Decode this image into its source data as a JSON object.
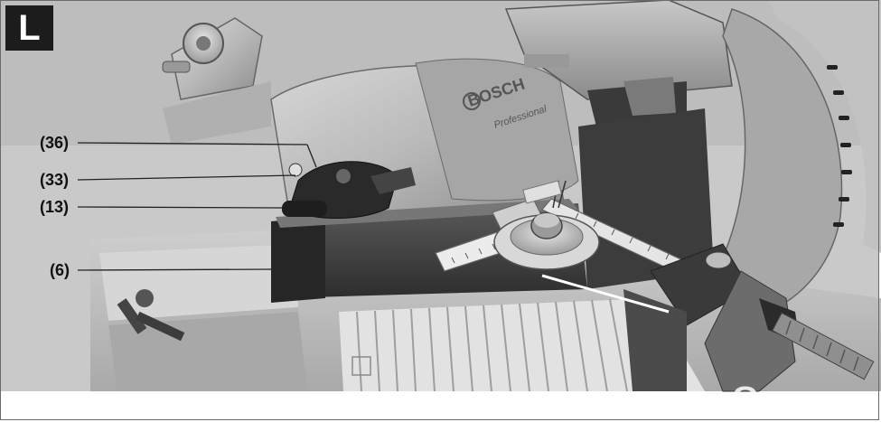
{
  "figure": {
    "badge_letter": "L"
  },
  "callouts": [
    {
      "label": "(36)"
    },
    {
      "label": "(33)"
    },
    {
      "label": "(13)"
    },
    {
      "label": "(6)"
    }
  ],
  "illustration": {
    "brand_text": "BOSCH",
    "brand_subtext": "Professional"
  },
  "colors": {
    "badge_bg": "#1c1c1c",
    "badge_fg": "#ffffff",
    "line": "#222222"
  },
  "watermark": {
    "glyph": "o"
  }
}
